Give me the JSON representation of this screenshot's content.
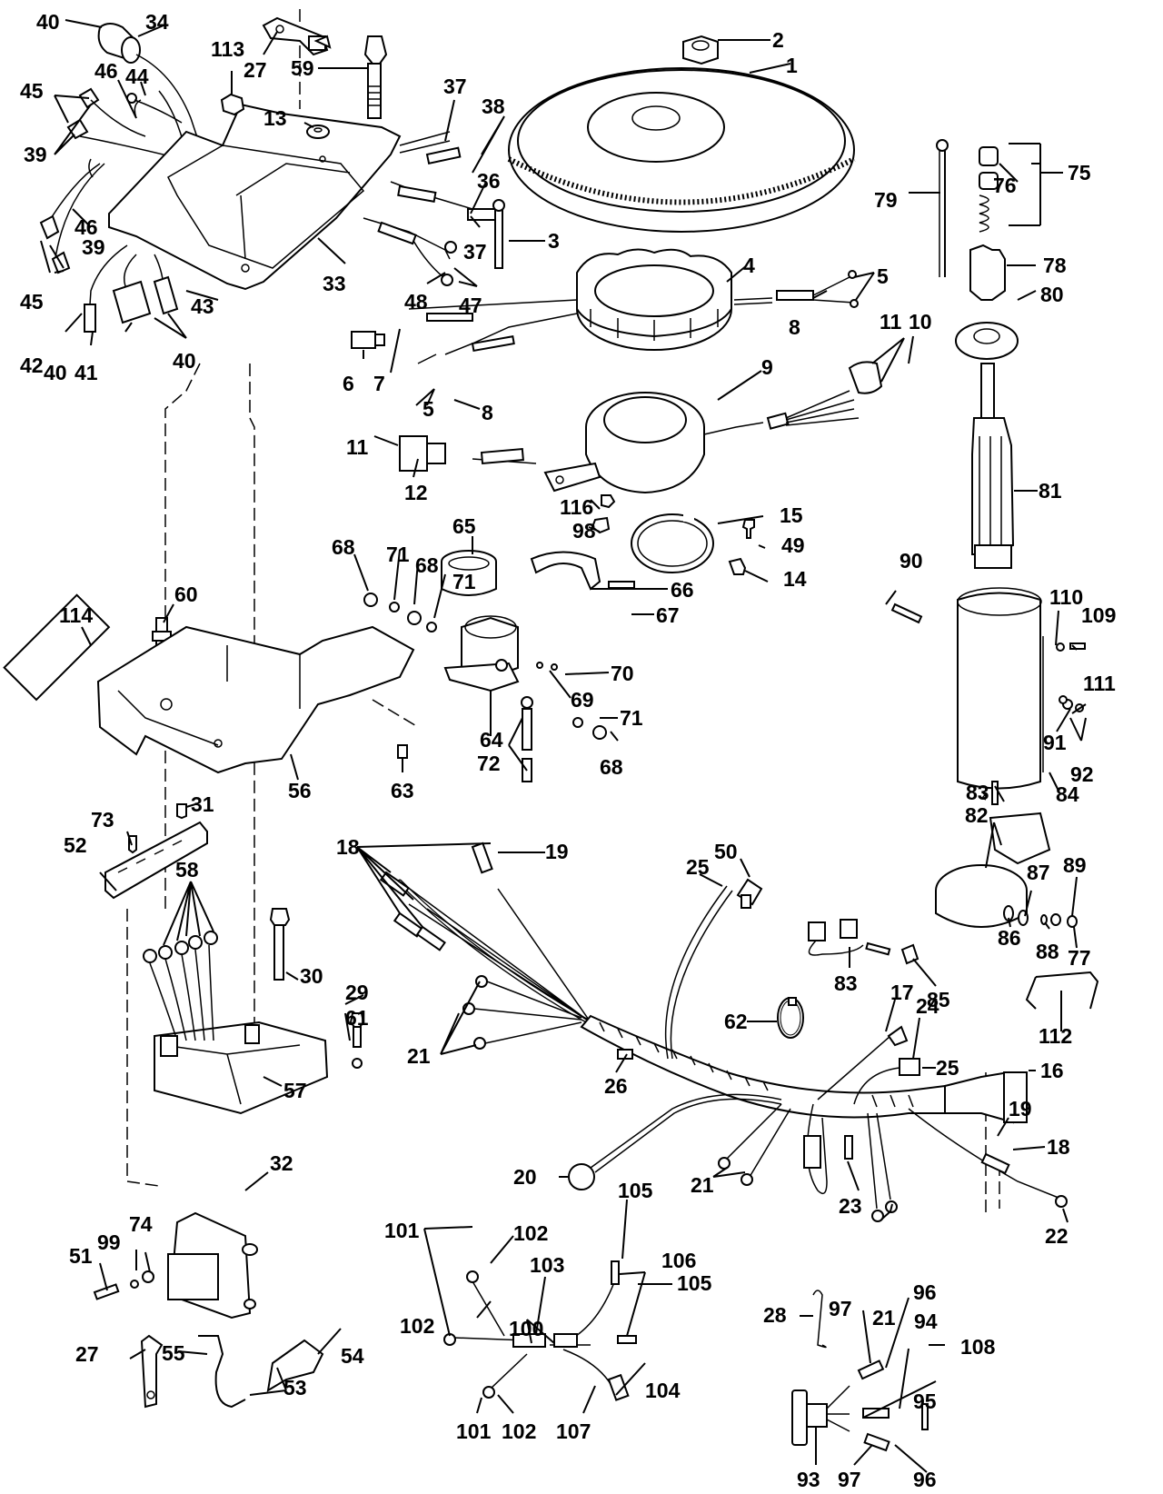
{
  "diagram": {
    "title": "Ignition / Electrical System Exploded Parts Diagram",
    "callouts": [
      {
        "id": "c40a",
        "text": "40"
      },
      {
        "id": "c34",
        "text": "34"
      },
      {
        "id": "c113",
        "text": "113"
      },
      {
        "id": "c27a",
        "text": "27"
      },
      {
        "id": "c59",
        "text": "59"
      },
      {
        "id": "c2",
        "text": "2"
      },
      {
        "id": "c1",
        "text": "1"
      },
      {
        "id": "c46a",
        "text": "46"
      },
      {
        "id": "c44",
        "text": "44"
      },
      {
        "id": "c45a",
        "text": "45"
      },
      {
        "id": "c39a",
        "text": "39"
      },
      {
        "id": "c13",
        "text": "13"
      },
      {
        "id": "c37a",
        "text": "37"
      },
      {
        "id": "c38",
        "text": "38"
      },
      {
        "id": "c36",
        "text": "36"
      },
      {
        "id": "c37b",
        "text": "37"
      },
      {
        "id": "c3",
        "text": "3"
      },
      {
        "id": "c46b",
        "text": "46"
      },
      {
        "id": "c39b",
        "text": "39"
      },
      {
        "id": "c45b",
        "text": "45"
      },
      {
        "id": "c33",
        "text": "33"
      },
      {
        "id": "c48",
        "text": "48"
      },
      {
        "id": "c47",
        "text": "47"
      },
      {
        "id": "c43",
        "text": "43"
      },
      {
        "id": "c42",
        "text": "42"
      },
      {
        "id": "c40b",
        "text": "40"
      },
      {
        "id": "c41",
        "text": "41"
      },
      {
        "id": "c40c",
        "text": "40"
      },
      {
        "id": "c4",
        "text": "4"
      },
      {
        "id": "c5a",
        "text": "5"
      },
      {
        "id": "c8a",
        "text": "8"
      },
      {
        "id": "c6",
        "text": "6"
      },
      {
        "id": "c7",
        "text": "7"
      },
      {
        "id": "c79",
        "text": "79"
      },
      {
        "id": "c76",
        "text": "76"
      },
      {
        "id": "c75",
        "text": "75"
      },
      {
        "id": "c78",
        "text": "78"
      },
      {
        "id": "c80",
        "text": "80"
      },
      {
        "id": "c11a",
        "text": "11"
      },
      {
        "id": "c10",
        "text": "10"
      },
      {
        "id": "c9",
        "text": "9"
      },
      {
        "id": "c5b",
        "text": "5"
      },
      {
        "id": "c8b",
        "text": "8"
      },
      {
        "id": "c11b",
        "text": "11"
      },
      {
        "id": "c12",
        "text": "12"
      },
      {
        "id": "c81",
        "text": "81"
      },
      {
        "id": "c116",
        "text": "116"
      },
      {
        "id": "c98",
        "text": "98"
      },
      {
        "id": "c15",
        "text": "15"
      },
      {
        "id": "c49",
        "text": "49"
      },
      {
        "id": "c14",
        "text": "14"
      },
      {
        "id": "c65",
        "text": "65"
      },
      {
        "id": "c68a",
        "text": "68"
      },
      {
        "id": "c71a",
        "text": "71"
      },
      {
        "id": "c68b",
        "text": "68"
      },
      {
        "id": "c71b",
        "text": "71"
      },
      {
        "id": "c66",
        "text": "66"
      },
      {
        "id": "c67",
        "text": "67"
      },
      {
        "id": "c90",
        "text": "90"
      },
      {
        "id": "c110",
        "text": "110"
      },
      {
        "id": "c109",
        "text": "109"
      },
      {
        "id": "c60",
        "text": "60"
      },
      {
        "id": "c114",
        "text": "114"
      },
      {
        "id": "c70",
        "text": "70"
      },
      {
        "id": "c69",
        "text": "69"
      },
      {
        "id": "c111",
        "text": "111"
      },
      {
        "id": "c71c",
        "text": "71"
      },
      {
        "id": "c64",
        "text": "64"
      },
      {
        "id": "c72",
        "text": "72"
      },
      {
        "id": "c68c",
        "text": "68"
      },
      {
        "id": "c91",
        "text": "91"
      },
      {
        "id": "c92",
        "text": "92"
      },
      {
        "id": "c83a",
        "text": "83"
      },
      {
        "id": "c84",
        "text": "84"
      },
      {
        "id": "c63",
        "text": "63"
      },
      {
        "id": "c56",
        "text": "56"
      },
      {
        "id": "c82",
        "text": "82"
      },
      {
        "id": "c31",
        "text": "31"
      },
      {
        "id": "c73",
        "text": "73"
      },
      {
        "id": "c52",
        "text": "52"
      },
      {
        "id": "c58",
        "text": "58"
      },
      {
        "id": "c18a",
        "text": "18"
      },
      {
        "id": "c19a",
        "text": "19"
      },
      {
        "id": "c50",
        "text": "50"
      },
      {
        "id": "c87",
        "text": "87"
      },
      {
        "id": "c89",
        "text": "89"
      },
      {
        "id": "c25a",
        "text": "25"
      },
      {
        "id": "c86",
        "text": "86"
      },
      {
        "id": "c88",
        "text": "88"
      },
      {
        "id": "c77",
        "text": "77"
      },
      {
        "id": "c83b",
        "text": "83"
      },
      {
        "id": "c85",
        "text": "85"
      },
      {
        "id": "c30",
        "text": "30"
      },
      {
        "id": "c29",
        "text": "29"
      },
      {
        "id": "c61",
        "text": "61"
      },
      {
        "id": "c17",
        "text": "17"
      },
      {
        "id": "c62",
        "text": "62"
      },
      {
        "id": "c24",
        "text": "24"
      },
      {
        "id": "c112",
        "text": "112"
      },
      {
        "id": "c25b",
        "text": "25"
      },
      {
        "id": "c16",
        "text": "16"
      },
      {
        "id": "c21a",
        "text": "21"
      },
      {
        "id": "c26",
        "text": "26"
      },
      {
        "id": "c57",
        "text": "57"
      },
      {
        "id": "c19b",
        "text": "19"
      },
      {
        "id": "c18b",
        "text": "18"
      },
      {
        "id": "c32",
        "text": "32"
      },
      {
        "id": "c20",
        "text": "20"
      },
      {
        "id": "c105a",
        "text": "105"
      },
      {
        "id": "c21b",
        "text": "21"
      },
      {
        "id": "c23",
        "text": "23"
      },
      {
        "id": "c22",
        "text": "22"
      },
      {
        "id": "c99",
        "text": "99"
      },
      {
        "id": "c74",
        "text": "74"
      },
      {
        "id": "c51",
        "text": "51"
      },
      {
        "id": "c101a",
        "text": "101"
      },
      {
        "id": "c102a",
        "text": "102"
      },
      {
        "id": "c103",
        "text": "103"
      },
      {
        "id": "c106",
        "text": "106"
      },
      {
        "id": "c21c",
        "text": "21"
      },
      {
        "id": "c105b",
        "text": "105"
      },
      {
        "id": "c28",
        "text": "28"
      },
      {
        "id": "c102b",
        "text": "102"
      },
      {
        "id": "c100",
        "text": "100"
      },
      {
        "id": "c97a",
        "text": "97"
      },
      {
        "id": "c96a",
        "text": "96"
      },
      {
        "id": "c94",
        "text": "94"
      },
      {
        "id": "c108",
        "text": "108"
      },
      {
        "id": "c27b",
        "text": "27"
      },
      {
        "id": "c55",
        "text": "55"
      },
      {
        "id": "c54",
        "text": "54"
      },
      {
        "id": "c53",
        "text": "53"
      },
      {
        "id": "c104",
        "text": "104"
      },
      {
        "id": "c95",
        "text": "95"
      },
      {
        "id": "c101b",
        "text": "101"
      },
      {
        "id": "c102c",
        "text": "102"
      },
      {
        "id": "c107",
        "text": "107"
      },
      {
        "id": "c93",
        "text": "93"
      },
      {
        "id": "c97b",
        "text": "97"
      },
      {
        "id": "c96b",
        "text": "96"
      }
    ]
  }
}
